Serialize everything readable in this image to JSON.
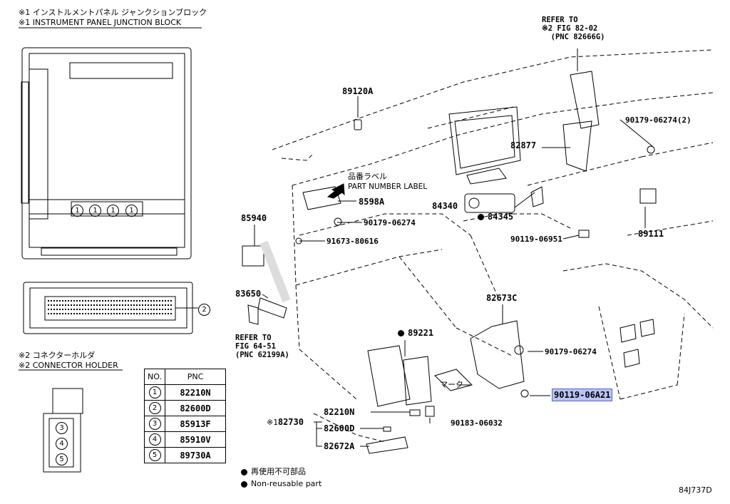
{
  "titles": {
    "jb_jp": "※1 インストルメントパネル ジャンクションブロック",
    "jb_en": "※1 INSTRUMENT PANEL JUNCTION BLOCK",
    "ch_jp": "※2 コネクターホルダ",
    "ch_en": "※2 CONNECTOR HOLDER"
  },
  "table": {
    "headers": [
      "NO.",
      "PNC"
    ],
    "rows": [
      {
        "no": "1",
        "pnc": "82210N"
      },
      {
        "no": "2",
        "pnc": "82600D"
      },
      {
        "no": "3",
        "pnc": "85913F"
      },
      {
        "no": "4",
        "pnc": "85910V"
      },
      {
        "no": "5",
        "pnc": "89730A"
      }
    ]
  },
  "callouts": {
    "jb_1": "1",
    "jb_2": "2",
    "ch_3": "3",
    "ch_4": "4",
    "ch_5": "5"
  },
  "parts": {
    "p89120A": "89120A",
    "p82877": "82877",
    "p90179_06274_2": "90179-06274(2)",
    "p8598A": "8598A",
    "p84340": "84340",
    "p84345": "84345",
    "p90179_06274_a": "90179-06274",
    "p85940": "85940",
    "p91673_80616": "91673-80616",
    "p90119_06951": "90119-06951",
    "p89111": "89111",
    "p83650": "83650",
    "p82673C": "82673C",
    "p89221": "89221",
    "p90179_06274_b": "90179-06274",
    "p90119_06A21": "90119-06A21",
    "p82210N": "82210N",
    "p82730": "82730",
    "p82730_prefix": "※1",
    "p82600D": "82600D",
    "p82672A": "82672A",
    "p90183_06032": "90183-06032"
  },
  "refs": {
    "top": "REFER TO\n※2 FIG 82-02\n  (PNC 82666G)",
    "left": "REFER TO\nFIG 64-51\n(PNC 62199A)"
  },
  "labels": {
    "part_label_jp": "品番ラベル",
    "part_label_en": "PART NUMBER LABEL",
    "mark": "マーク"
  },
  "legend": {
    "jp": "再使用不可部品",
    "en": "Non-reusable part"
  },
  "diagram_code": "84J737D"
}
